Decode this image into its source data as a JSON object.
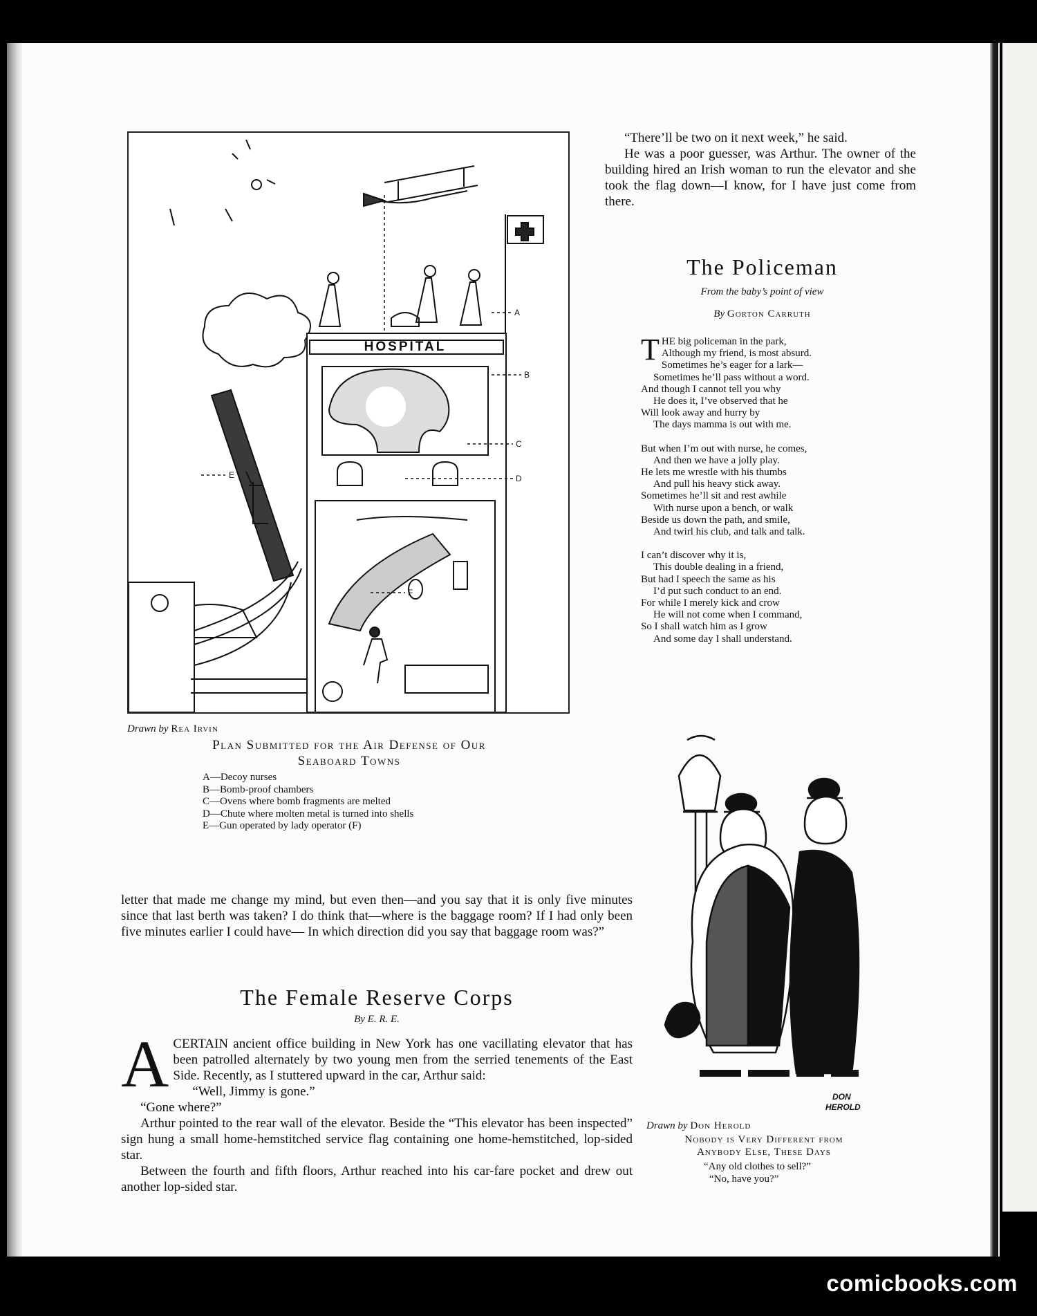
{
  "top_story_end": {
    "paragraphs": [
      "“There’ll be two on it next week,” he said.",
      "He was a poor guesser, was Arthur. The owner of the building hired an Irish woman to run the elevator and she took the flag down—I know, for I have just come from there."
    ]
  },
  "policeman": {
    "title": "The Policeman",
    "subtitle": "From the baby’s point of view",
    "by": "By",
    "author": "Gorton Carruth",
    "dropcap": "T",
    "stanzas": [
      [
        "HE big policeman in the park,",
        "Although my friend, is most absurd.",
        "Sometimes he’s eager for a lark—",
        "Sometimes he’ll pass without a word.",
        "And though I cannot tell you why",
        "He does it, I’ve observed that he",
        "Will look away and hurry by",
        "The days mamma is out with me."
      ],
      [
        "But when I’m out with nurse, he comes,",
        "And then we have a jolly play.",
        "He lets me wrestle with his thumbs",
        "And pull his heavy stick away.",
        "Sometimes he’ll sit and rest awhile",
        "With nurse upon a bench, or walk",
        "Beside us down the path, and smile,",
        "And twirl his club, and talk and talk."
      ],
      [
        "I can’t discover why it is,",
        "This double dealing in a friend,",
        "But had I speech the same as his",
        "I’d put such conduct to an end.",
        "For while I merely kick and crow",
        "He will not come when I command,",
        "So I shall watch him as I grow",
        "And some day I shall understand."
      ]
    ]
  },
  "left_illustration": {
    "credit_prefix": "Drawn by",
    "artist": "Rea Irvin",
    "title_line1": "Plan Submitted for the Air Defense of Our",
    "title_line2": "Seaboard Towns",
    "legend": [
      "A—Decoy nurses",
      "B—Bomb-proof chambers",
      "C—Ovens where bomb fragments are melted",
      "D—Chute where molten metal is turned into shells",
      "E—Gun operated by lady operator (F)"
    ],
    "building_sign": "HOSPITAL",
    "labels": [
      "A",
      "B",
      "C",
      "D",
      "E",
      "F"
    ]
  },
  "continued_story": {
    "text": "letter that made me change my mind, but even then—and you say that it is only five minutes since that last berth was taken? I do think that—where is the baggage room? If I had only been five minutes earlier I could have— In which direction did you say that baggage room was?”"
  },
  "female_reserve": {
    "title": "The Female Reserve Corps",
    "byline": "By E. R. E.",
    "dropcap": "A",
    "paragraphs": [
      "CERTAIN ancient office building in New York has one vacillating elevator that has been patrolled alternately by two young men from the serried tenements of the East Side. Recently, as I stuttered upward in the car, Arthur said:",
      "“Well, Jimmy is gone.”",
      "“Gone where?”",
      "Arthur pointed to the rear wall of the elevator. Beside the “This elevator has been inspected” sign hung a small home-hemstitched service flag containing one home-hemstitched, lop-sided star.",
      "Between the fourth and fifth floors, Arthur reached into his car-fare pocket and drew out another lop-sided star."
    ]
  },
  "right_cartoon": {
    "credit_prefix": "Drawn by",
    "artist": "Don Herold",
    "signature": [
      "DON",
      "HEROLD"
    ],
    "title_line1": "Nobody is Very Different from",
    "title_line2": "Anybody Else, These Days",
    "dialog": [
      "“Any old clothes to sell?”",
      "“No, have you?”"
    ]
  },
  "watermark": "comicbooks.com"
}
